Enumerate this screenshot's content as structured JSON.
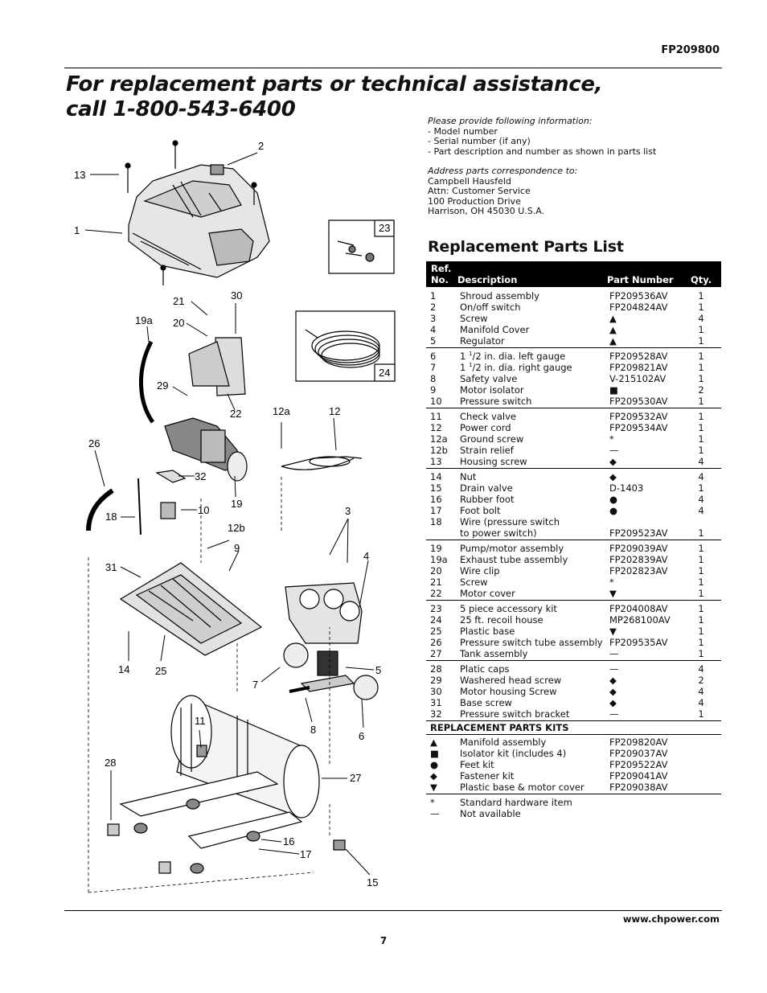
{
  "header": {
    "model": "FP209800"
  },
  "headline": {
    "line1": "For replacement parts or technical assistance,",
    "line2": "call 1-800-543-6400"
  },
  "info": {
    "please": "Please provide following information:",
    "items": [
      "- Model number",
      "- Serial number (if any)",
      "- Part description and number as  shown in parts list"
    ],
    "address_label": "Address parts correspondence to:",
    "address": [
      "Campbell Hausfeld",
      "Attn: Customer Service",
      "100 Production Drive",
      "Harrison, OH 45030 U.S.A."
    ]
  },
  "parts_list": {
    "title": "Replacement Parts List",
    "headers": {
      "ref1": "Ref.",
      "ref2": "No.",
      "description": "Description",
      "part_number": "Part Number",
      "qty": "Qty."
    },
    "groups": [
      [
        {
          "ref": "1",
          "desc": "Shroud assembly",
          "part": "FP209536AV",
          "qty": "1"
        },
        {
          "ref": "2",
          "desc": "On/off switch",
          "part": "FP204824AV",
          "qty": "1"
        },
        {
          "ref": "3",
          "desc": "Screw",
          "part": "▲",
          "qty": "4"
        },
        {
          "ref": "4",
          "desc": "Manifold Cover",
          "part": "▲",
          "qty": "1"
        },
        {
          "ref": "5",
          "desc": "Regulator",
          "part": "▲",
          "qty": "1"
        }
      ],
      [
        {
          "ref": "6",
          "desc_pre": "1 ",
          "desc_sup": "1",
          "desc_post": "/2 in. dia. left gauge",
          "part": "FP209528AV",
          "qty": "1"
        },
        {
          "ref": "7",
          "desc_pre": "1 ",
          "desc_sup": "1",
          "desc_post": "/2 in. dia. right gauge",
          "part": "FP209821AV",
          "qty": "1"
        },
        {
          "ref": "8",
          "desc": "Safety valve",
          "part": "V-215102AV",
          "qty": "1"
        },
        {
          "ref": "9",
          "desc": "Motor isolator",
          "part": "■",
          "qty": "2"
        },
        {
          "ref": "10",
          "desc": "Pressure switch",
          "part": "FP209530AV",
          "qty": "1"
        }
      ],
      [
        {
          "ref": "11",
          "desc": "Check valve",
          "part": "FP209532AV",
          "qty": "1"
        },
        {
          "ref": "12",
          "desc": "Power cord",
          "part": "FP209534AV",
          "qty": "1"
        },
        {
          "ref": "12a",
          "desc": "Ground screw",
          "part": "*",
          "qty": "1"
        },
        {
          "ref": "12b",
          "desc": "Strain relief",
          "part": "—",
          "qty": "1"
        },
        {
          "ref": "13",
          "desc": "Housing screw",
          "part": "◆",
          "qty": "4"
        }
      ],
      [
        {
          "ref": "14",
          "desc": "Nut",
          "part": "◆",
          "qty": "4"
        },
        {
          "ref": "15",
          "desc": "Drain valve",
          "part": "D-1403",
          "qty": "1"
        },
        {
          "ref": "16",
          "desc": "Rubber foot",
          "part": "●",
          "qty": "4"
        },
        {
          "ref": "17",
          "desc": "Foot bolt",
          "part": "●",
          "qty": "4"
        },
        {
          "ref": "18",
          "desc": "Wire (pressure switch",
          "part": "",
          "qty": ""
        },
        {
          "ref": "",
          "desc": "  to power switch)",
          "part": "FP209523AV",
          "qty": "1"
        }
      ],
      [
        {
          "ref": "19",
          "desc": "Pump/motor assembly",
          "part": "FP209039AV",
          "qty": "1"
        },
        {
          "ref": "19a",
          "desc": "Exhaust tube assembly",
          "part": "FP202839AV",
          "qty": "1"
        },
        {
          "ref": "20",
          "desc": "Wire clip",
          "part": "FP202823AV",
          "qty": "1"
        },
        {
          "ref": "21",
          "desc": "Screw",
          "part": "*",
          "qty": "1"
        },
        {
          "ref": "22",
          "desc": "Motor cover",
          "part": "▼",
          "qty": "1"
        }
      ],
      [
        {
          "ref": "23",
          "desc": "5 piece accessory kit",
          "part": "FP204008AV",
          "qty": "1"
        },
        {
          "ref": "24",
          "desc": "25 ft. recoil house",
          "part": "MP268100AV",
          "qty": "1"
        },
        {
          "ref": "25",
          "desc": "Plastic base",
          "part": "▼",
          "qty": "1"
        },
        {
          "ref": "26",
          "desc": "Pressure switch tube assembly",
          "part": "FP209535AV",
          "qty": "1"
        },
        {
          "ref": "27",
          "desc": "Tank assembly",
          "part": "—",
          "qty": "1"
        }
      ],
      [
        {
          "ref": "28",
          "desc": "Platic caps",
          "part": "—",
          "qty": "4"
        },
        {
          "ref": "29",
          "desc": "Washered head screw",
          "part": "◆",
          "qty": "2"
        },
        {
          "ref": "30",
          "desc": "Motor housing Screw",
          "part": "◆",
          "qty": "4"
        },
        {
          "ref": "31",
          "desc": "Base screw",
          "part": "◆",
          "qty": "4"
        },
        {
          "ref": "32",
          "desc": "Pressure switch bracket",
          "part": "—",
          "qty": "1"
        }
      ]
    ],
    "kits_title": "REPLACEMENT PARTS KITS",
    "kits": [
      {
        "sym": "▲",
        "desc": "Manifold assembly",
        "part": "FP209820AV"
      },
      {
        "sym": "■",
        "desc": "Isolator kit (includes 4)",
        "part": "FP209037AV"
      },
      {
        "sym": "●",
        "desc": "Feet kit",
        "part": "FP209522AV"
      },
      {
        "sym": "◆",
        "desc": "Fastener kit",
        "part": "FP209041AV"
      },
      {
        "sym": "▼",
        "desc": "Plastic base & motor cover",
        "part": "FP209038AV"
      }
    ],
    "notes": [
      {
        "sym": "*",
        "desc": "Standard hardware item"
      },
      {
        "sym": "—",
        "desc": "Not available"
      }
    ]
  },
  "diagram": {
    "callouts": [
      "13",
      "1",
      "2",
      "21",
      "20",
      "30",
      "19a",
      "29",
      "22",
      "26",
      "32",
      "10",
      "18",
      "19",
      "12a",
      "12",
      "12b",
      "9",
      "31",
      "3",
      "4",
      "14",
      "25",
      "7",
      "5",
      "8",
      "6",
      "11",
      "28",
      "27",
      "16",
      "17",
      "15",
      "23",
      "24"
    ]
  },
  "footer": {
    "url": "www.chpower.com",
    "page": "7"
  }
}
